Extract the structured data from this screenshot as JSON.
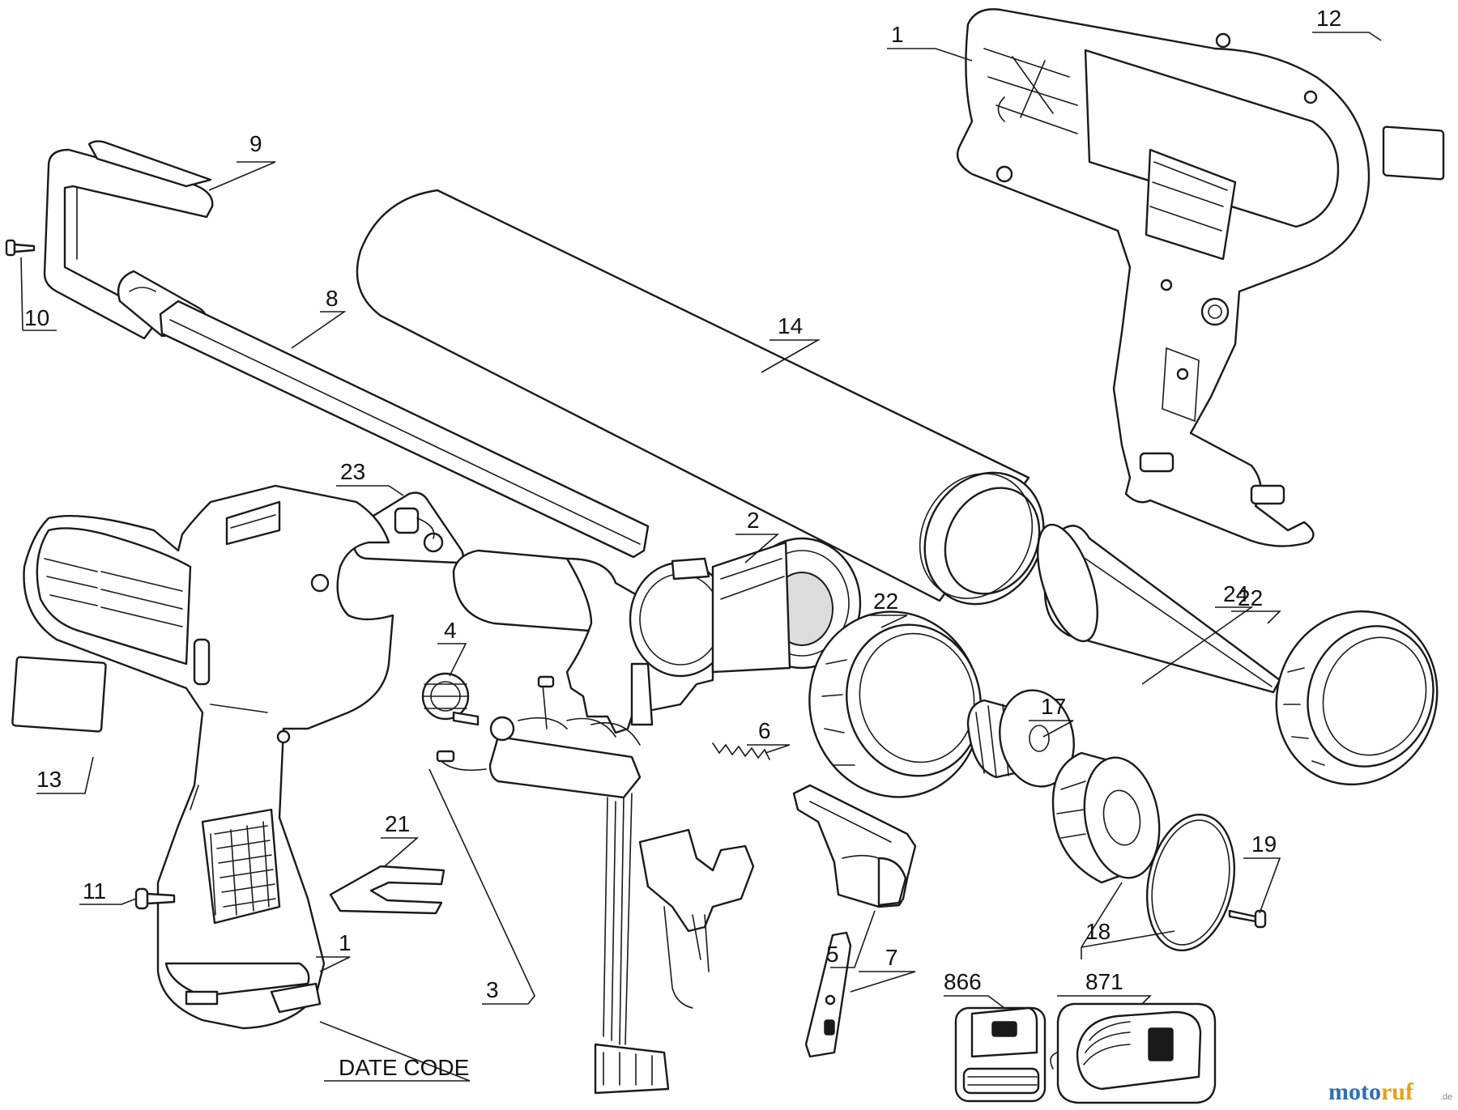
{
  "diagram": {
    "labels": {
      "p1_top": "1",
      "p12": "12",
      "p9": "9",
      "p10": "10",
      "p8": "8",
      "p14": "14",
      "p23": "23",
      "p2": "2",
      "p22_a": "22",
      "p22_b": "22",
      "p24": "24",
      "p4": "4",
      "p6": "6",
      "p17": "17",
      "p13": "13",
      "p21": "21",
      "p19": "19",
      "p11": "11",
      "p5": "5",
      "p18": "18",
      "p1_bottom": "1",
      "p7": "7",
      "p866": "866",
      "p871": "871",
      "p3": "3",
      "date_code": "DATE CODE"
    },
    "watermark": {
      "brand_prefix": "moto",
      "brand_suffix": "ruf",
      "domain": ".de",
      "colors": {
        "prefix": "#2e6fb0",
        "suffix": "#e8a013"
      }
    }
  }
}
